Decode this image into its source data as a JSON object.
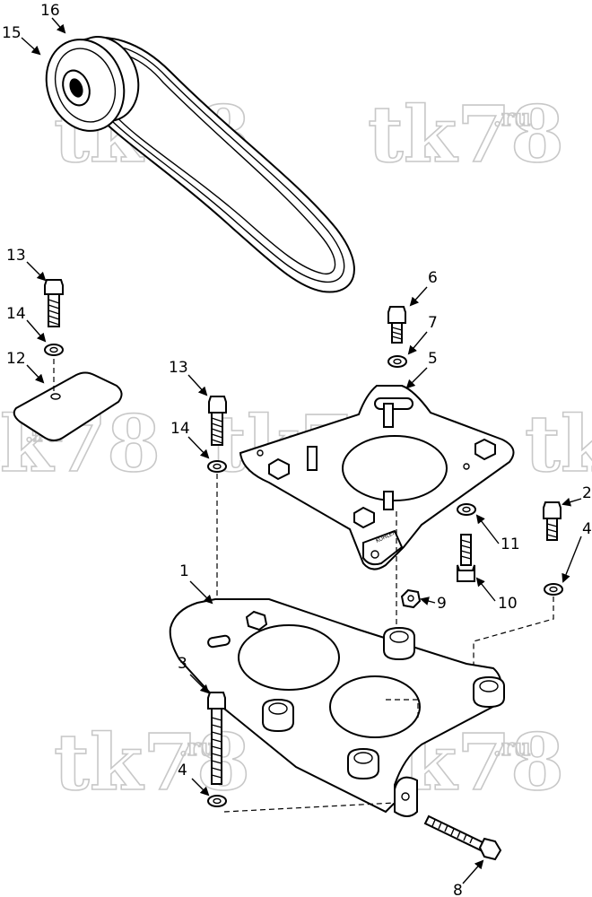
{
  "watermark": {
    "text_main": "tk78",
    "text_suffix": ".ru",
    "color": "#c8c8c8"
  },
  "callouts": [
    {
      "id": "c16",
      "label": "16"
    },
    {
      "id": "c15",
      "label": "15"
    },
    {
      "id": "c13a",
      "label": "13"
    },
    {
      "id": "c14a",
      "label": "14"
    },
    {
      "id": "c12",
      "label": "12"
    },
    {
      "id": "c6",
      "label": "6"
    },
    {
      "id": "c7",
      "label": "7"
    },
    {
      "id": "c5",
      "label": "5"
    },
    {
      "id": "c13b",
      "label": "13"
    },
    {
      "id": "c14b",
      "label": "14"
    },
    {
      "id": "c2",
      "label": "2"
    },
    {
      "id": "c4a",
      "label": "4"
    },
    {
      "id": "c11",
      "label": "11"
    },
    {
      "id": "c10",
      "label": "10"
    },
    {
      "id": "c9",
      "label": "9"
    },
    {
      "id": "c1",
      "label": "1"
    },
    {
      "id": "c3",
      "label": "3"
    },
    {
      "id": "c4b",
      "label": "4"
    },
    {
      "id": "c8",
      "label": "8"
    }
  ],
  "parts": [
    {
      "name": "pulley"
    },
    {
      "name": "belt"
    },
    {
      "name": "cover-plate"
    },
    {
      "name": "upper-bracket"
    },
    {
      "name": "base-plate"
    },
    {
      "name": "long-bolt"
    }
  ],
  "stamp_text": "KOHLER"
}
